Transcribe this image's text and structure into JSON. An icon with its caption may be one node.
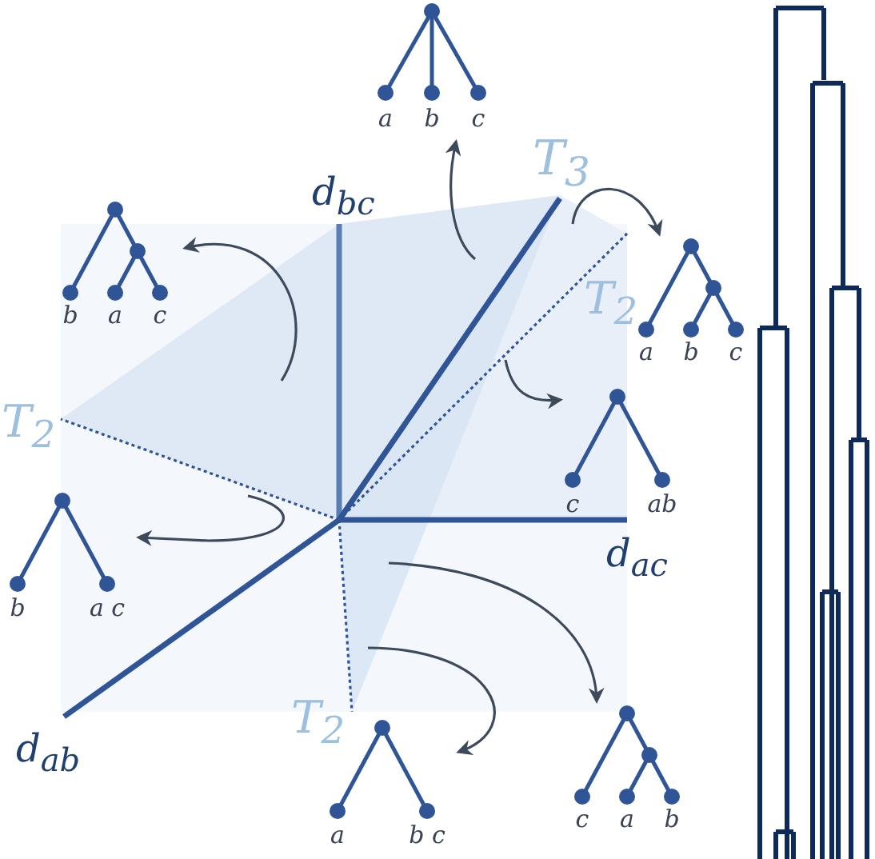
{
  "diagram": {
    "nodes": [
      {
        "text": [
          "a",
          "b",
          "c"
        ]
      },
      {
        "text": [
          "b",
          "a",
          "c"
        ]
      },
      {
        "text": [
          "a",
          "b",
          "c"
        ]
      },
      {
        "text": [
          "c",
          "ab"
        ]
      },
      {
        "text": [
          "b",
          "a c"
        ]
      },
      {
        "text": [
          "c",
          "a",
          "b"
        ]
      },
      {
        "text": [
          "a",
          "b c"
        ]
      },
      {
        "text": [],
        "shape": "picture"
      },
      {
        "text": [],
        "shape": "picture"
      }
    ],
    "edges": [
      {
        "from": 7,
        "to": 0,
        "arrow": "to"
      },
      {
        "from": 7,
        "to": 1,
        "arrow": "to"
      },
      {
        "from": 7,
        "to": 2,
        "arrow": "to"
      },
      {
        "from": 7,
        "to": 3,
        "arrow": "to"
      },
      {
        "from": 7,
        "to": 4,
        "arrow": "to"
      },
      {
        "from": 7,
        "to": 5,
        "arrow": "to"
      },
      {
        "from": 7,
        "to": 6,
        "arrow": "to"
      }
    ],
    "labels": [
      "T$_{3}$",
      "d$_{bc}$",
      "T$_{2}$",
      "T$_{2}$",
      "d$_{ac}$",
      "T$_{2}$",
      "d$_{ab}$"
    ]
  }
}
